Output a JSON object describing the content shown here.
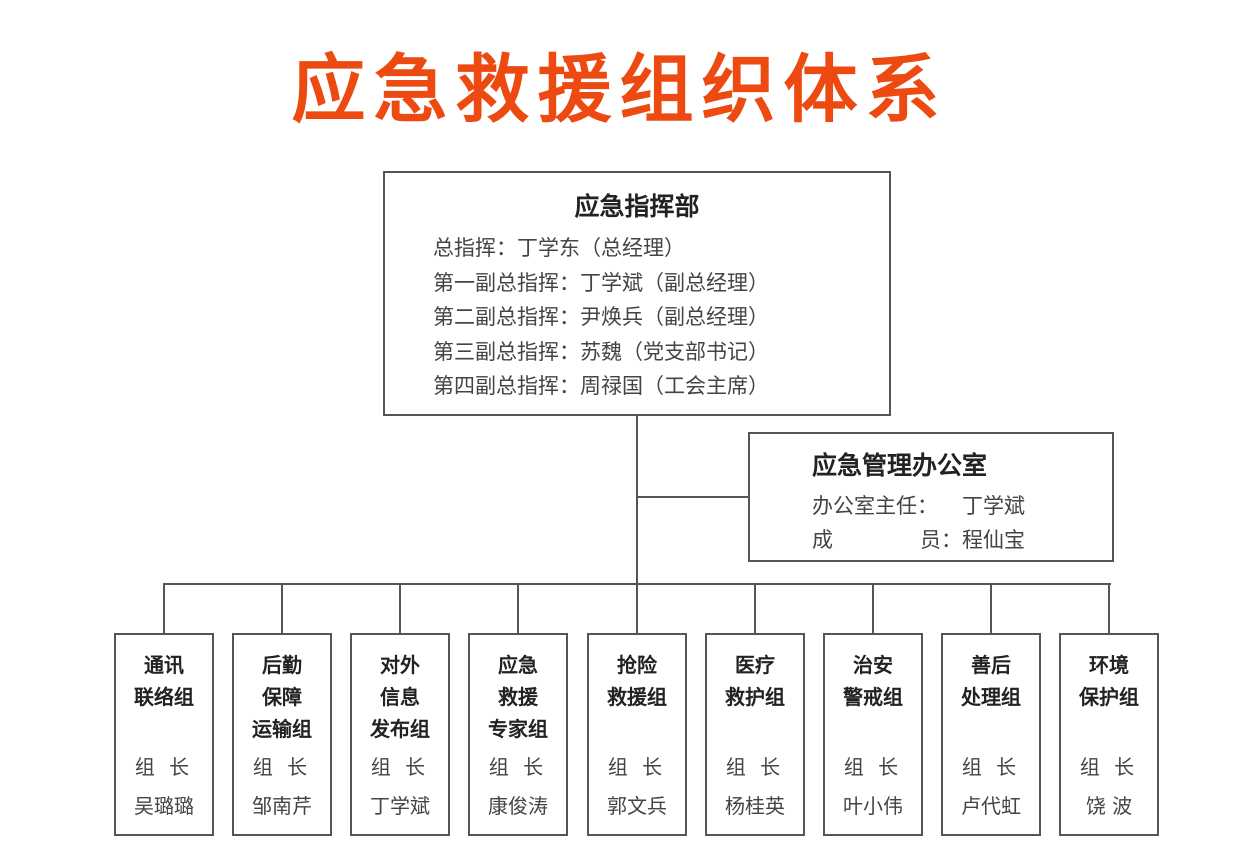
{
  "title": "应急救援组织体系",
  "headquarters": {
    "title": "应急指挥部",
    "lines": [
      "总指挥：丁学东（总经理）",
      "第一副总指挥：丁学斌（副总经理）",
      "第二副总指挥：尹焕兵（副总经理）",
      "第三副总指挥：苏魏（党支部书记）",
      "第四副总指挥：周禄国（工会主席）"
    ]
  },
  "office": {
    "title": "应急管理办公室",
    "director_label": "办公室主任：",
    "director": "丁学斌",
    "member_label_a": "成",
    "member_label_b": "员：",
    "member": "程仙宝"
  },
  "groups": [
    {
      "name_lines": [
        "通讯",
        "联络组"
      ],
      "role": "组 长",
      "leader": "吴璐璐"
    },
    {
      "name_lines": [
        "后勤",
        "保障",
        "运输组"
      ],
      "role": "组 长",
      "leader": "邹南芹"
    },
    {
      "name_lines": [
        "对外",
        "信息",
        "发布组"
      ],
      "role": "组 长",
      "leader": "丁学斌"
    },
    {
      "name_lines": [
        "应急",
        "救援",
        "专家组"
      ],
      "role": "组 长",
      "leader": "康俊涛"
    },
    {
      "name_lines": [
        "抢险",
        "救援组"
      ],
      "role": "组 长",
      "leader": "郭文兵"
    },
    {
      "name_lines": [
        "医疗",
        "救护组"
      ],
      "role": "组 长",
      "leader": "杨桂英"
    },
    {
      "name_lines": [
        "治安",
        "警戒组"
      ],
      "role": "组 长",
      "leader": "叶小伟"
    },
    {
      "name_lines": [
        "善后",
        "处理组"
      ],
      "role": "组 长",
      "leader": "卢代虹"
    },
    {
      "name_lines": [
        "环境",
        "保护组"
      ],
      "role": "组 长",
      "leader": "饶 波"
    }
  ]
}
